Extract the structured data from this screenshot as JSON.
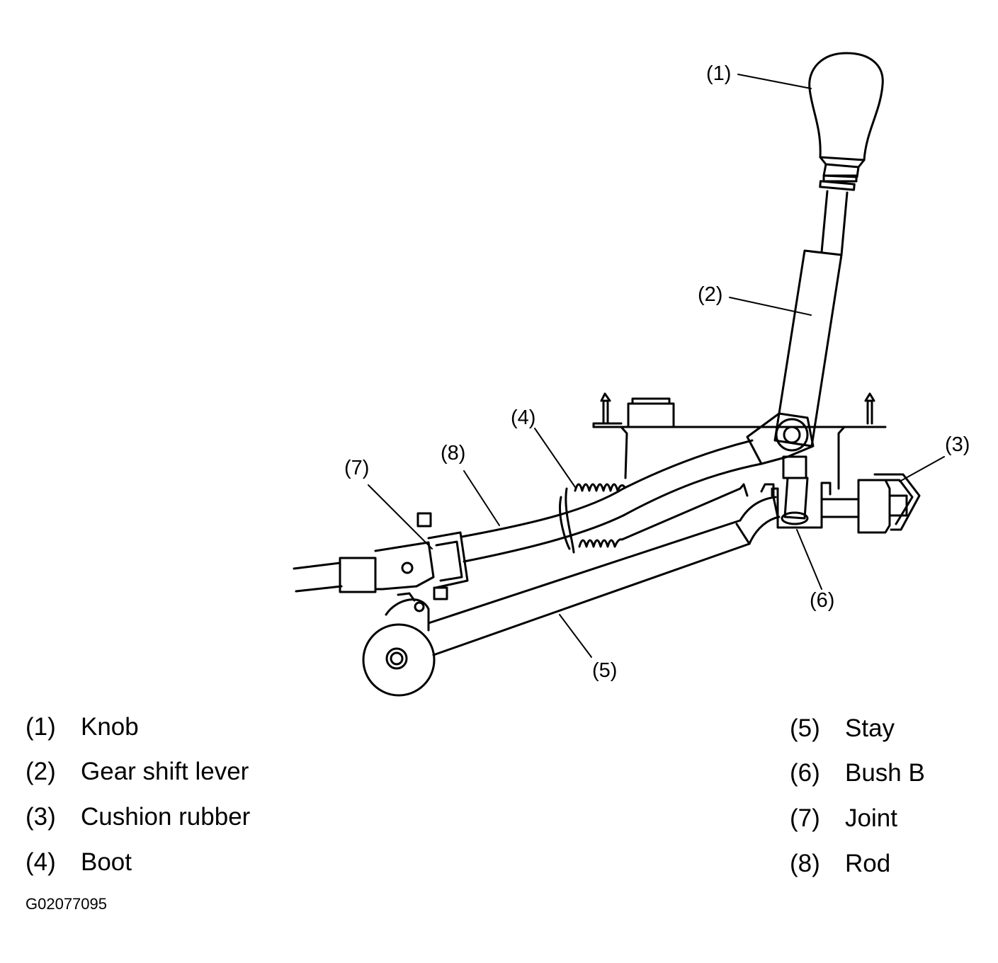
{
  "callouts": [
    "(1)",
    "(2)",
    "(3)",
    "(4)",
    "(5)",
    "(6)",
    "(7)",
    "(8)"
  ],
  "legend": {
    "left": [
      {
        "num": "(1)",
        "name": "Knob"
      },
      {
        "num": "(2)",
        "name": "Gear shift lever"
      },
      {
        "num": "(3)",
        "name": "Cushion rubber"
      },
      {
        "num": "(4)",
        "name": "Boot"
      }
    ],
    "right": [
      {
        "num": "(5)",
        "name": "Stay"
      },
      {
        "num": "(6)",
        "name": "Bush B"
      },
      {
        "num": "(7)",
        "name": "Joint"
      },
      {
        "num": "(8)",
        "name": "Rod"
      }
    ]
  },
  "figure_code": "G02077095"
}
